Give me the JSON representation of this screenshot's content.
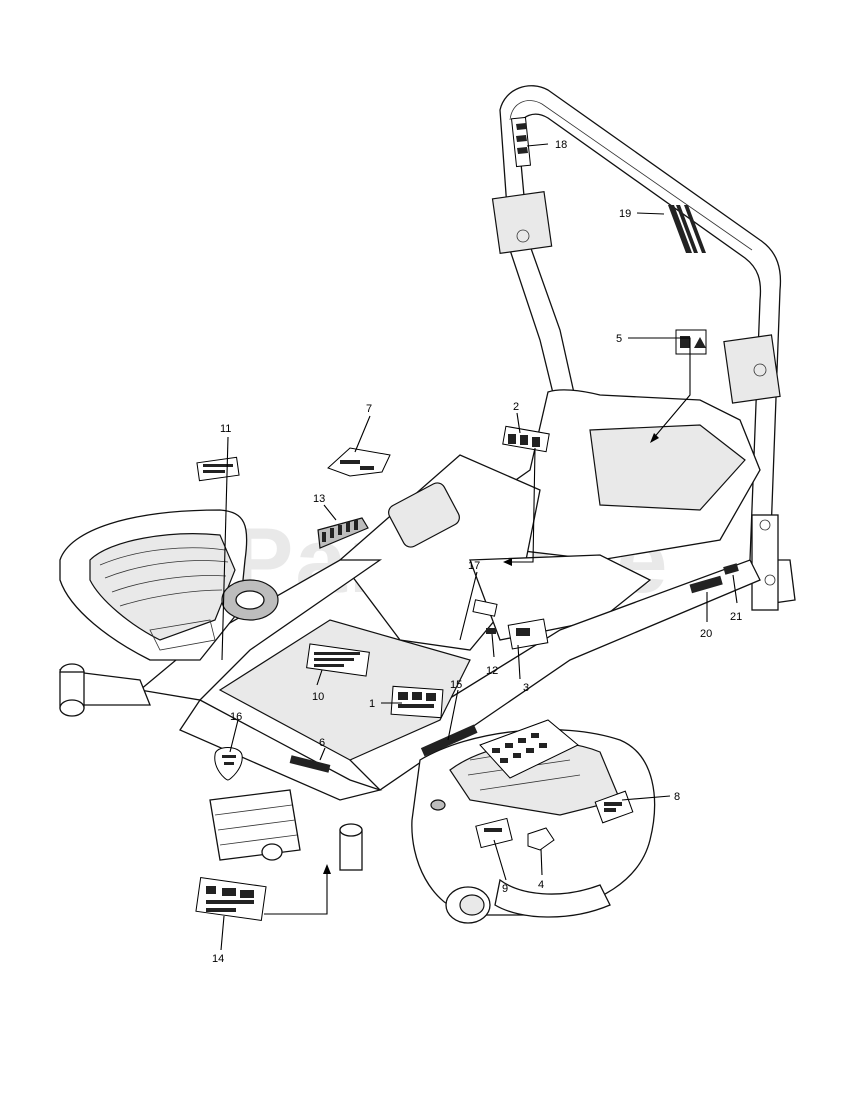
{
  "watermark": "PartsTree",
  "callouts": [
    {
      "id": "1",
      "label": "1"
    },
    {
      "id": "2",
      "label": "2"
    },
    {
      "id": "3",
      "label": "3"
    },
    {
      "id": "4",
      "label": "4"
    },
    {
      "id": "5",
      "label": "5"
    },
    {
      "id": "6",
      "label": "6"
    },
    {
      "id": "7",
      "label": "7"
    },
    {
      "id": "8",
      "label": "8"
    },
    {
      "id": "9",
      "label": "9"
    },
    {
      "id": "10",
      "label": "10"
    },
    {
      "id": "11",
      "label": "11"
    },
    {
      "id": "12",
      "label": "12"
    },
    {
      "id": "13",
      "label": "13"
    },
    {
      "id": "14",
      "label": "14"
    },
    {
      "id": "15",
      "label": "15"
    },
    {
      "id": "16",
      "label": "16"
    },
    {
      "id": "17",
      "label": "17"
    },
    {
      "id": "18",
      "label": "18"
    },
    {
      "id": "19",
      "label": "19"
    },
    {
      "id": "20",
      "label": "20"
    },
    {
      "id": "21",
      "label": "21"
    }
  ]
}
